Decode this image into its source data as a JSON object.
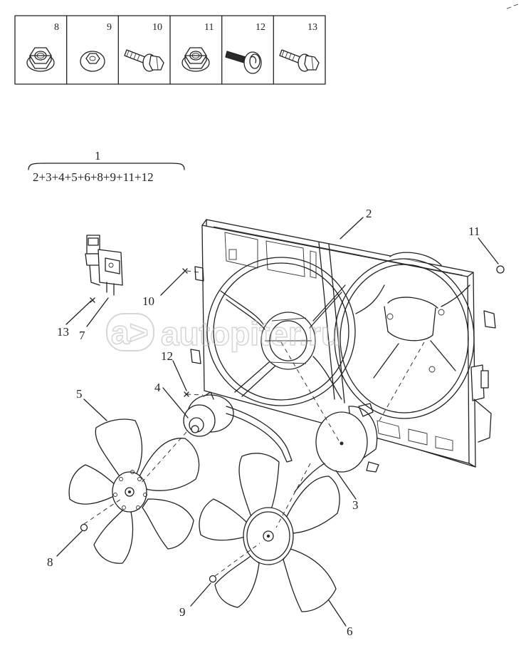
{
  "fastener_table": {
    "cells": [
      {
        "number": "8",
        "icon": "flange-nut-icon"
      },
      {
        "number": "9",
        "icon": "push-nut-icon"
      },
      {
        "number": "10",
        "icon": "flange-bolt-icon"
      },
      {
        "number": "11",
        "icon": "flange-nut-icon"
      },
      {
        "number": "12",
        "icon": "washer-screw-icon"
      },
      {
        "number": "13",
        "icon": "flange-bolt-icon"
      }
    ]
  },
  "assembly_formula": {
    "numerator": "1",
    "denominator": "2+3+4+5+6+8+9+11+12"
  },
  "callouts": {
    "shroud": "2",
    "motor_right": "3",
    "motor_left": "4",
    "fan_left": "5",
    "fan_right": "6",
    "resistor": "7",
    "nut_left_fan": "8",
    "nut_right_fan": "9",
    "bolt_shroud": "10",
    "nut_shroud": "11",
    "screw_motor": "12",
    "bolt_resistor": "13"
  },
  "watermark": {
    "text": "autopiter.ru",
    "logo": "a>"
  }
}
